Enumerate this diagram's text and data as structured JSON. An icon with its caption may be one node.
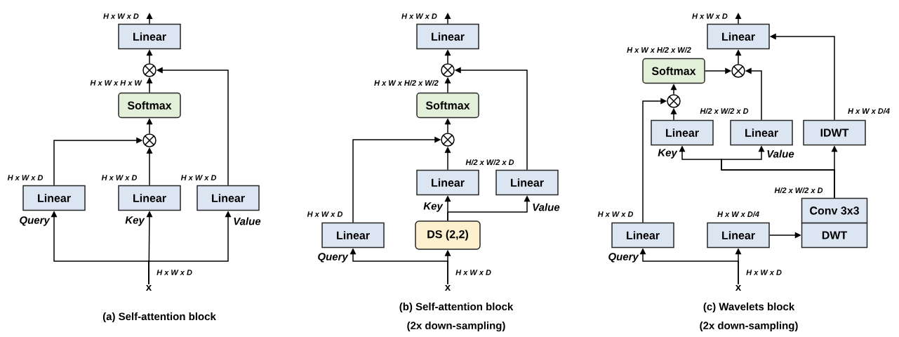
{
  "diagram": {
    "nodes": [
      {
        "text": [
          "x"
        ]
      },
      {
        "text": [
          "Linear"
        ]
      },
      {
        "text": [
          "Linear"
        ]
      },
      {
        "text": [
          "Linear"
        ]
      },
      {
        "text": [],
        "shape": "circle"
      },
      {
        "text": [
          "Softmax"
        ]
      },
      {
        "text": [],
        "shape": "circle"
      },
      {
        "text": [
          "Linear"
        ]
      },
      {
        "text": [
          "x"
        ]
      },
      {
        "text": [
          "Linear"
        ]
      },
      {
        "text": [
          "DS (2,2)"
        ]
      },
      {
        "text": [
          "Linear"
        ]
      },
      {
        "text": [
          "Linear"
        ]
      },
      {
        "text": [],
        "shape": "circle"
      },
      {
        "text": [
          "Softmax"
        ]
      },
      {
        "text": [],
        "shape": "circle"
      },
      {
        "text": [
          "Linear"
        ]
      },
      {
        "text": [
          "x"
        ]
      },
      {
        "text": [
          "Linear"
        ]
      },
      {
        "text": [
          "Linear"
        ]
      },
      {
        "text": [
          "DWT"
        ]
      },
      {
        "text": [
          "Conv 3x3"
        ]
      },
      {
        "text": [
          "Linear"
        ]
      },
      {
        "text": [
          "Linear"
        ]
      },
      {
        "text": [
          "IDWT"
        ]
      },
      {
        "text": [],
        "shape": "circle"
      },
      {
        "text": [
          "Softmax"
        ]
      },
      {
        "text": [],
        "shape": "circle"
      },
      {
        "text": [
          "Linear"
        ]
      },
      {
        "text": [
          "H x W x D"
        ]
      },
      {
        "text": [
          "H x W x D"
        ]
      },
      {
        "text": [
          "H x W x D"
        ]
      }
    ],
    "edges": [
      {
        "from": 0,
        "to": 1,
        "arrow": "to",
        "label": "Query"
      },
      {
        "from": 0,
        "to": 2,
        "arrow": "to",
        "label": "Key"
      },
      {
        "from": 0,
        "to": 3,
        "arrow": "to",
        "label": "Value"
      },
      {
        "from": 1,
        "to": 4,
        "arrow": "to"
      },
      {
        "from": 2,
        "to": 4,
        "arrow": "to"
      },
      {
        "from": 4,
        "to": 5,
        "arrow": "to"
      },
      {
        "from": 5,
        "to": 6,
        "arrow": "to"
      },
      {
        "from": 3,
        "to": 6,
        "arrow": "to"
      },
      {
        "from": 6,
        "to": 7,
        "arrow": "to"
      },
      {
        "from": 7,
        "to": 29,
        "arrow": "to"
      },
      {
        "from": 8,
        "to": 9,
        "arrow": "to",
        "label": "Query"
      },
      {
        "from": 8,
        "to": 10,
        "arrow": "to"
      },
      {
        "from": 10,
        "to": 11,
        "arrow": "to",
        "label": "Key"
      },
      {
        "from": 10,
        "to": 12,
        "arrow": "to",
        "label": "Value"
      },
      {
        "from": 9,
        "to": 13,
        "arrow": "to"
      },
      {
        "from": 11,
        "to": 13,
        "arrow": "to"
      },
      {
        "from": 13,
        "to": 14,
        "arrow": "to"
      },
      {
        "from": 14,
        "to": 15,
        "arrow": "to"
      },
      {
        "from": 12,
        "to": 15,
        "arrow": "to"
      },
      {
        "from": 15,
        "to": 16,
        "arrow": "to"
      },
      {
        "from": 16,
        "to": 30,
        "arrow": "to"
      },
      {
        "from": 17,
        "to": 18,
        "arrow": "to",
        "label": "Query"
      },
      {
        "from": 17,
        "to": 19,
        "arrow": "to"
      },
      {
        "from": 19,
        "to": 20,
        "arrow": "to"
      },
      {
        "from": 21,
        "to": 24,
        "arrow": "to"
      },
      {
        "from": 21,
        "to": 22,
        "arrow": "to",
        "label": "Key"
      },
      {
        "from": 21,
        "to": 23,
        "arrow": "to",
        "label": "Value"
      },
      {
        "from": 18,
        "to": 25,
        "arrow": "to"
      },
      {
        "from": 22,
        "to": 25,
        "arrow": "to"
      },
      {
        "from": 25,
        "to": 26,
        "arrow": "to"
      },
      {
        "from": 26,
        "to": 27,
        "arrow": "to"
      },
      {
        "from": 23,
        "to": 27,
        "arrow": "to"
      },
      {
        "from": 27,
        "to": 28,
        "arrow": "to"
      },
      {
        "from": 24,
        "to": 28,
        "arrow": "to"
      },
      {
        "from": 28,
        "to": 31,
        "arrow": "to"
      }
    ],
    "labels": [
      "H x W x H x W",
      "H x W x D",
      "H x W x D",
      "H x W x D",
      "H x W x D",
      "(a) Self-attention block",
      "H x W x H/2 x W/2",
      "H/2 x W/2 x D",
      "H x W x D",
      "H x W x D",
      "(b) Self-attention block",
      "(2x down-sampling)",
      "H x W x H/2 x W/2",
      "H/2 x W/2 x D",
      "H x W x D/4",
      "H/2 x W/2 x D",
      "H x W x D",
      "H x W x D/4",
      "H x W x D",
      "(c) Wavelets block",
      "(2x down-sampling)"
    ]
  }
}
